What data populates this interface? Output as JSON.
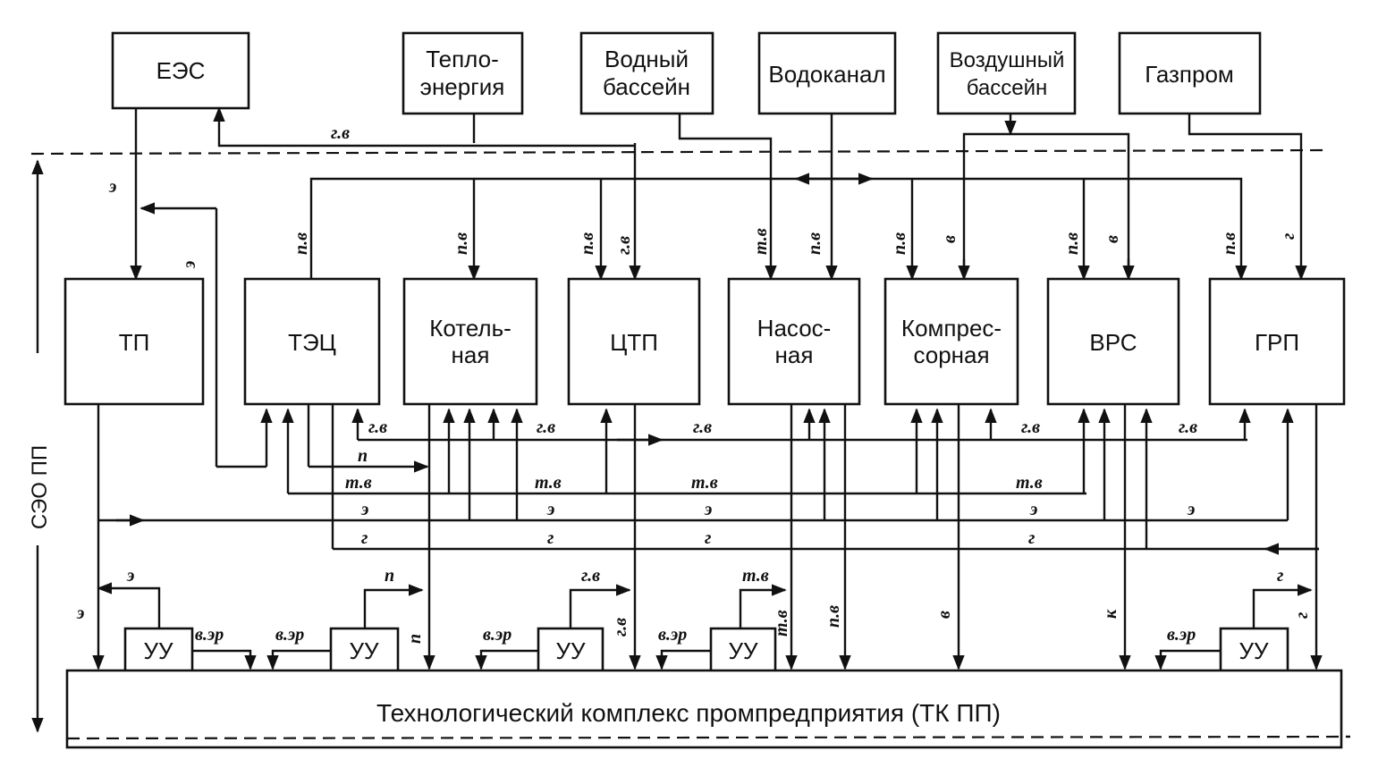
{
  "sources": {
    "ees": "ЕЭС",
    "teplo": [
      "Тепло-",
      "энергия"
    ],
    "vodny": [
      "Водный",
      "бассейн"
    ],
    "vodokanal": "Водоканал",
    "vozd": [
      "Воздушный",
      "бассейн"
    ],
    "gazprom": "Газпром"
  },
  "units": {
    "tp": "ТП",
    "tec": "ТЭЦ",
    "kotel": [
      "Котель-",
      "ная"
    ],
    "ctp": "ЦТП",
    "nasos": [
      "Насос-",
      "ная"
    ],
    "kompr": [
      "Компрес-",
      "сорная"
    ],
    "vrs": "ВРС",
    "grp": "ГРП"
  },
  "uu": "УУ",
  "complex": "Технологический комплекс промпредприятия (ТК ПП)",
  "side_label": "СЭО ПП",
  "flows": {
    "e": "э",
    "gv": "г.в",
    "pv": "п.в",
    "tv": "т.в",
    "v": "в",
    "g": "г",
    "p": "п",
    "k": "к",
    "ver": "в.эр"
  }
}
